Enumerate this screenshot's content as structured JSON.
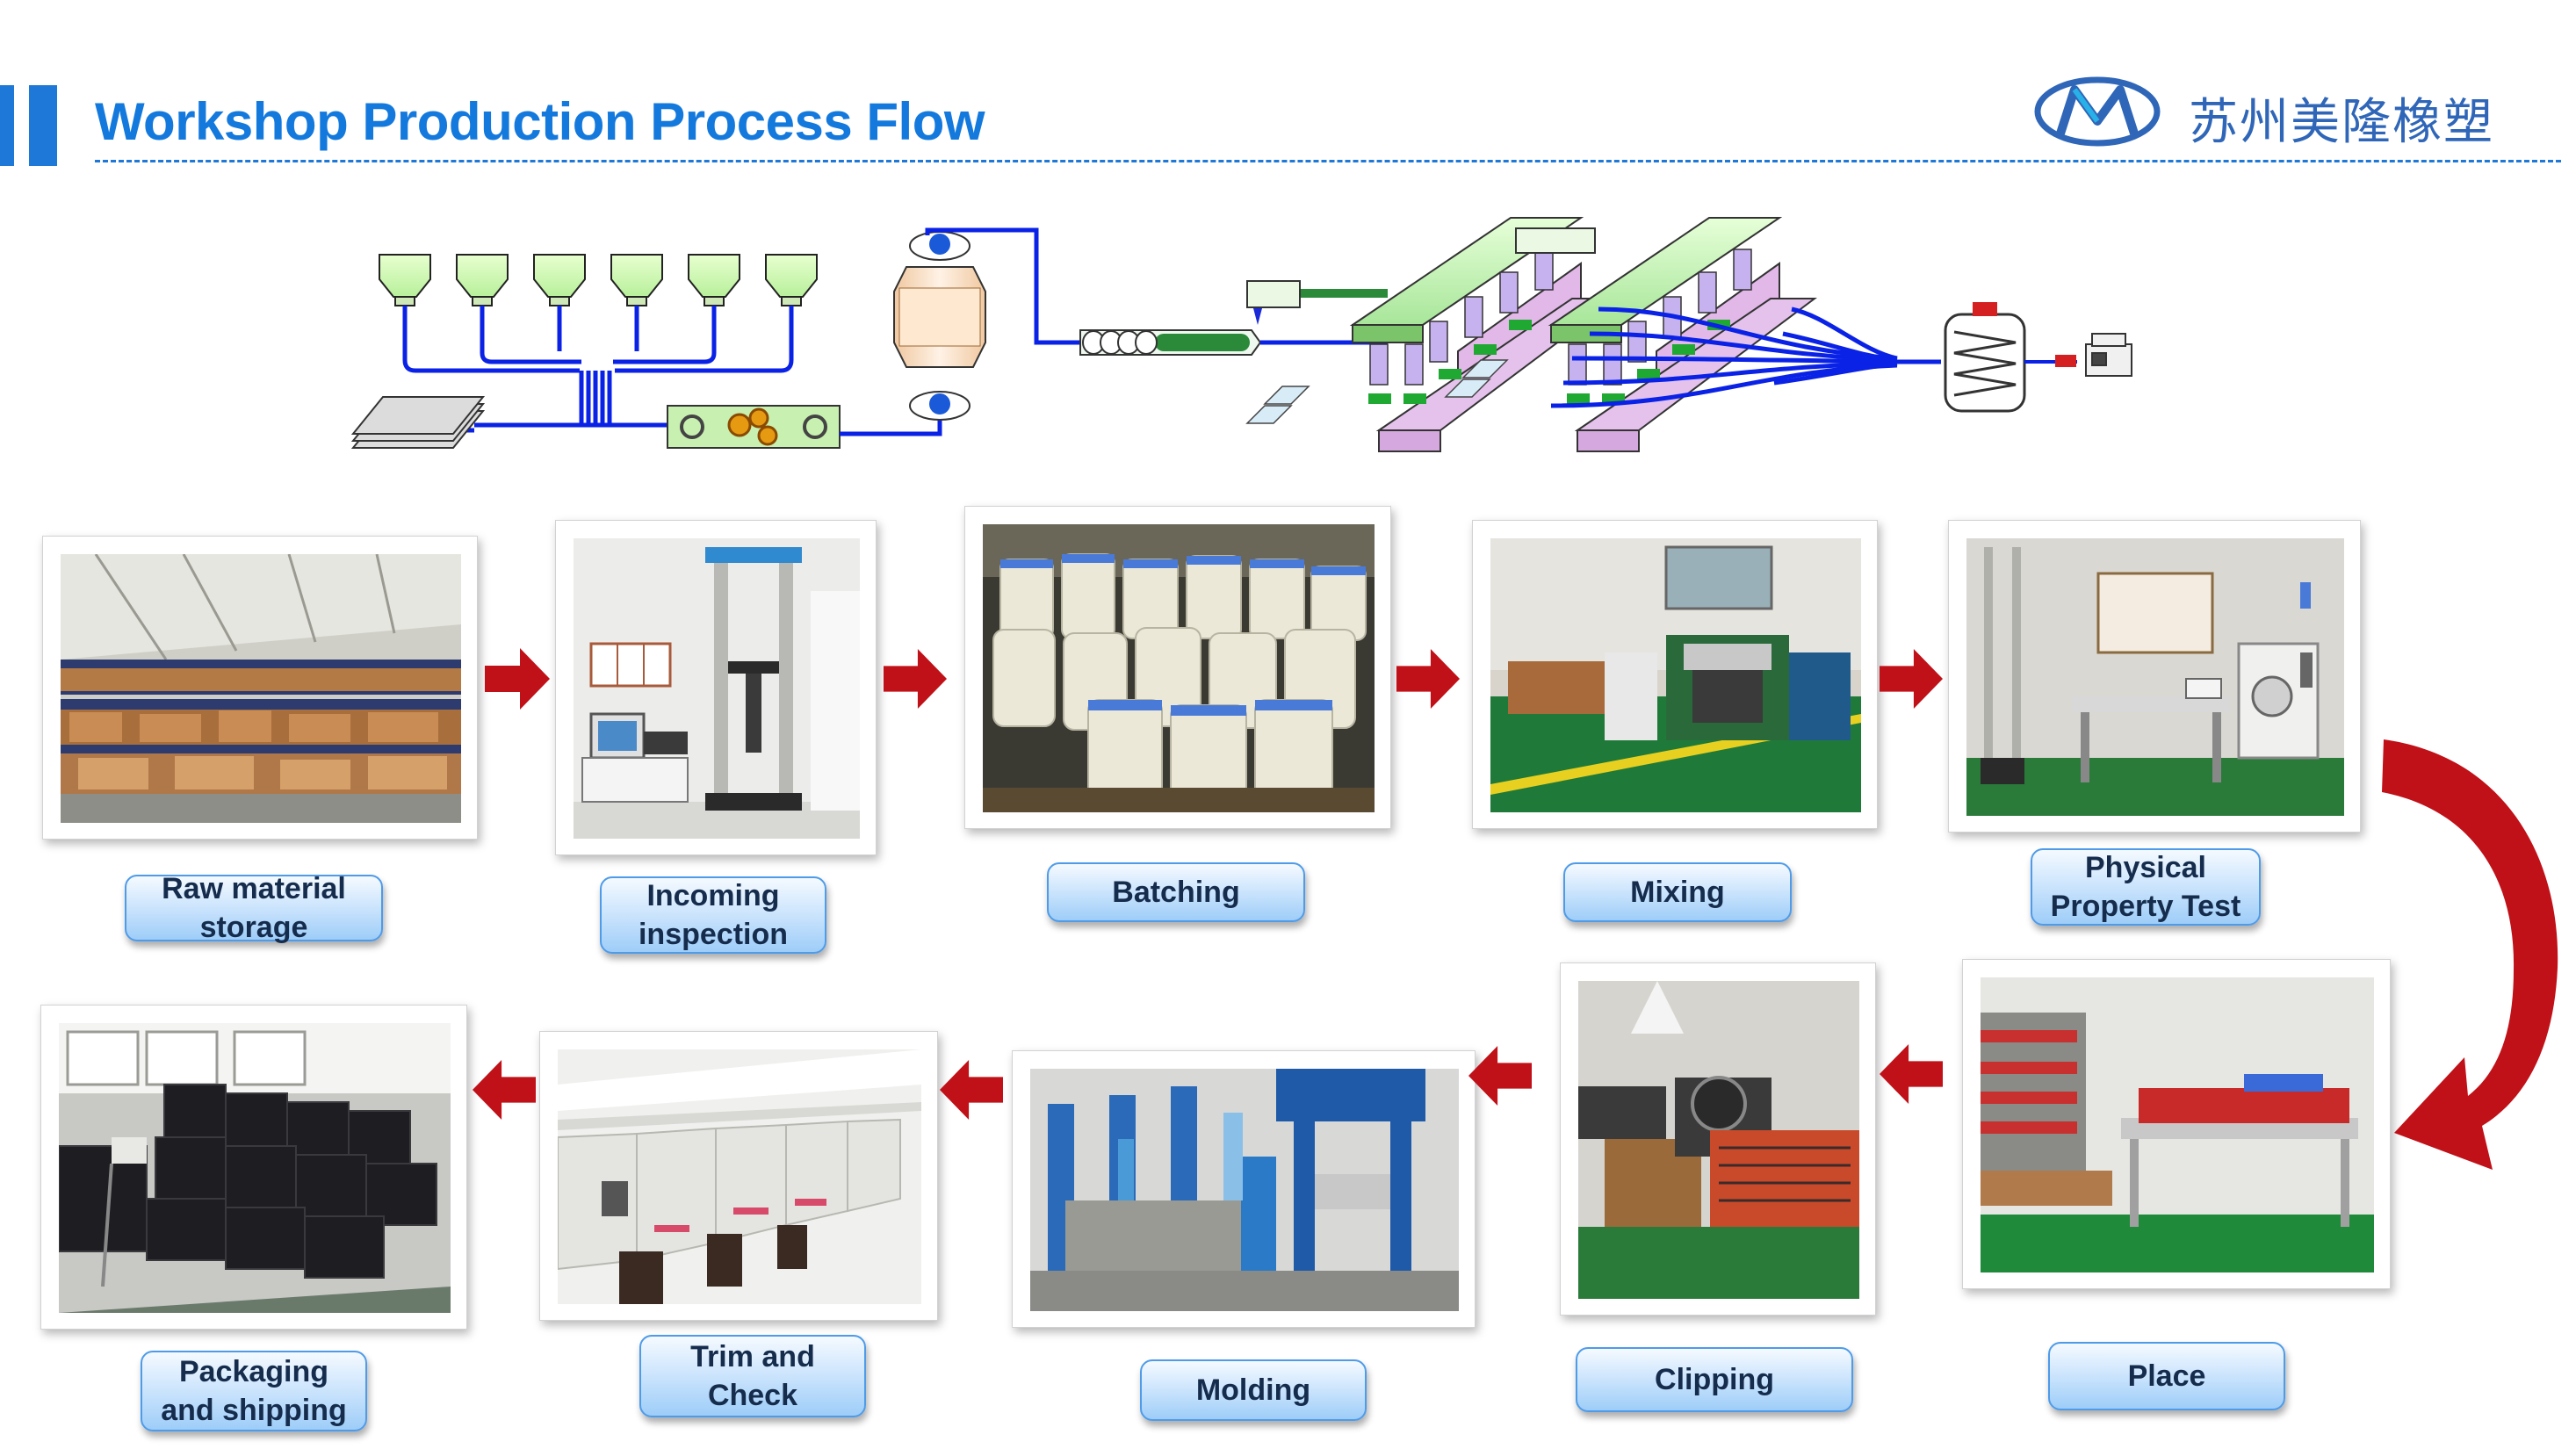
{
  "header": {
    "title": "Workshop Production Process Flow",
    "company_name": "苏州美隆橡塑",
    "accent_color": "#1d78d8",
    "logo_icon": "mlong-logo-icon"
  },
  "diagram": {
    "description_icon": "production-line-schematic-icon",
    "line_color": "#0a22e6",
    "hopper_count": 6
  },
  "flow": {
    "direction": "row 1 left-to-right, down on right, row 2 right-to-left",
    "arrow_color": "#c01018",
    "steps": [
      {
        "order": 1,
        "label": "Raw material\nstorage",
        "photo_icon": "warehouse-shelves-photo-icon"
      },
      {
        "order": 2,
        "label": "Incoming\ninspection",
        "photo_icon": "tensile-tester-photo-icon"
      },
      {
        "order": 3,
        "label": "Batching",
        "photo_icon": "chemical-barrels-photo-icon"
      },
      {
        "order": 4,
        "label": "Mixing",
        "photo_icon": "rubber-mill-photo-icon"
      },
      {
        "order": 5,
        "label": "Physical\nProperty Test",
        "photo_icon": "test-lab-photo-icon"
      },
      {
        "order": 6,
        "label": "Place",
        "photo_icon": "storage-rack-photo-icon"
      },
      {
        "order": 7,
        "label": "Clipping",
        "photo_icon": "cutting-machine-photo-icon"
      },
      {
        "order": 8,
        "label": "Molding",
        "photo_icon": "molding-press-photo-icon"
      },
      {
        "order": 9,
        "label": "Trim and\nCheck",
        "photo_icon": "trim-workbench-photo-icon"
      },
      {
        "order": 10,
        "label": "Packaging\nand shipping",
        "photo_icon": "packaging-crates-photo-icon"
      }
    ]
  }
}
